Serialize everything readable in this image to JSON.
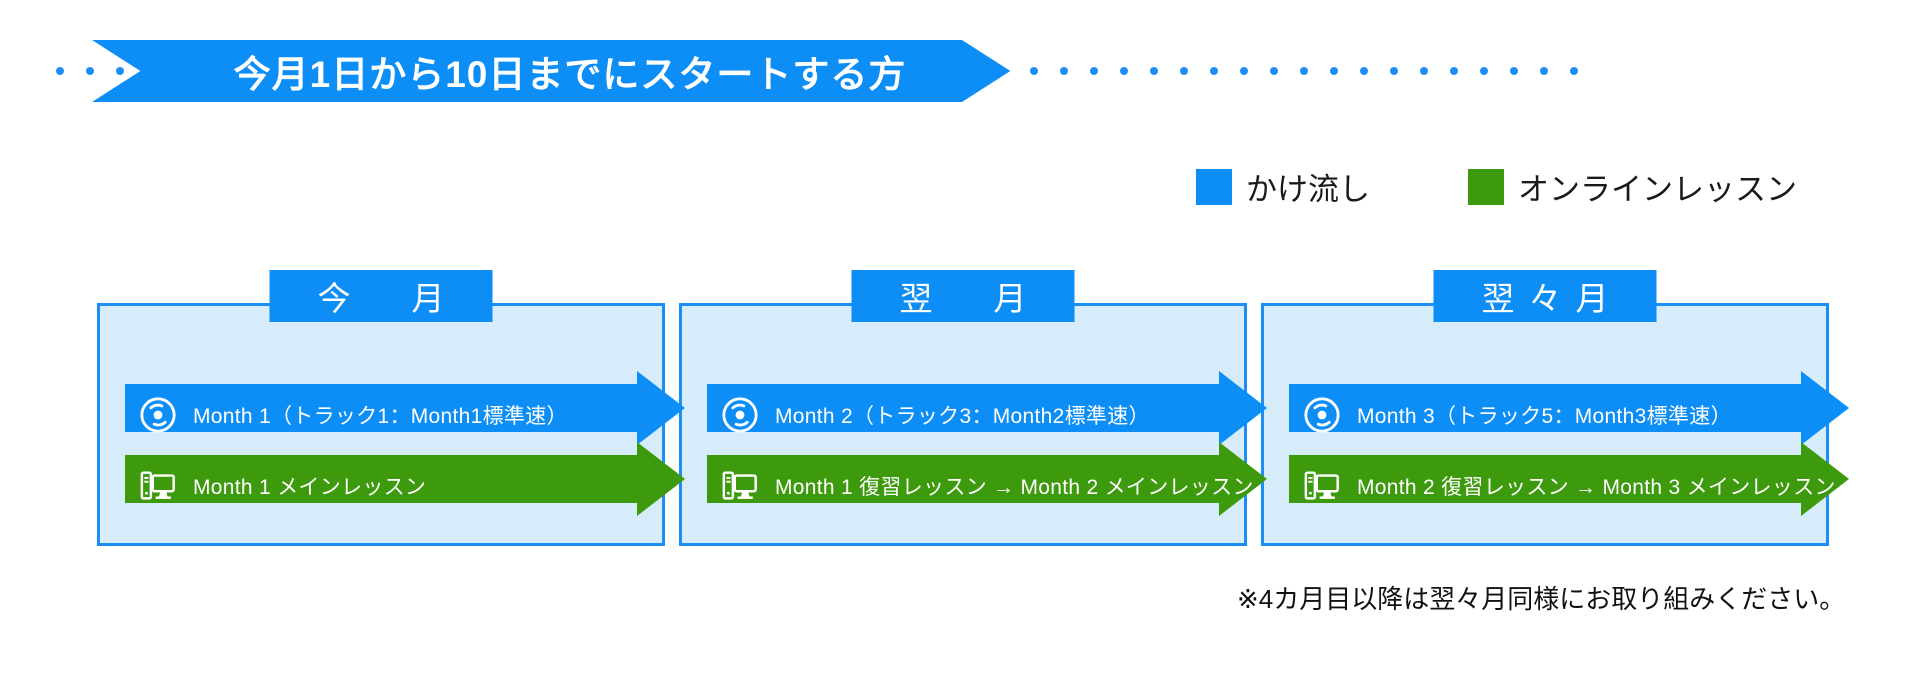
{
  "banner": {
    "title": "今月1日から10日までにスタートする方",
    "left_dot_count": 3,
    "right_dot_count": 19,
    "color": "#0d8ef6"
  },
  "legend": {
    "items": [
      {
        "label": "かけ流し",
        "color": "#0d8ef6",
        "swatch": "blue-square-icon"
      },
      {
        "label": "オンラインレッスン",
        "color": "#3d9a0c",
        "swatch": "green-square-icon"
      }
    ]
  },
  "panels": [
    {
      "header": "今　月",
      "rows": [
        {
          "icon": "cd-disc-icon",
          "text": "Month 1（トラック1：Month1標準速）",
          "color": "#0d8ef6",
          "kind": "blue"
        },
        {
          "icon": "desktop-computer-icon",
          "text": "Month 1 メインレッスン",
          "color": "#3d9a0c",
          "kind": "green"
        }
      ]
    },
    {
      "header": "翌　月",
      "rows": [
        {
          "icon": "cd-disc-icon",
          "text": "Month 2（トラック3：Month2標準速）",
          "color": "#0d8ef6",
          "kind": "blue"
        },
        {
          "icon": "desktop-computer-icon",
          "text": "Month 1 復習レッスン → Month 2 メインレッスン",
          "color": "#3d9a0c",
          "kind": "green"
        }
      ]
    },
    {
      "header": "翌々月",
      "rows": [
        {
          "icon": "cd-disc-icon",
          "text": "Month 3（トラック5：Month3標準速）",
          "color": "#0d8ef6",
          "kind": "blue"
        },
        {
          "icon": "desktop-computer-icon",
          "text": "Month 2 復習レッスン → Month 3 メインレッスン",
          "color": "#3d9a0c",
          "kind": "green"
        }
      ]
    }
  ],
  "footnote": "※4カ月目以降は翌々月同様にお取り組みください。",
  "theme": {
    "panel_fill": "#d6ecfa",
    "panel_border": "#1b8ff5",
    "blue": "#0d8ef6",
    "green": "#3d9a0c",
    "text_dark": "#111111"
  }
}
